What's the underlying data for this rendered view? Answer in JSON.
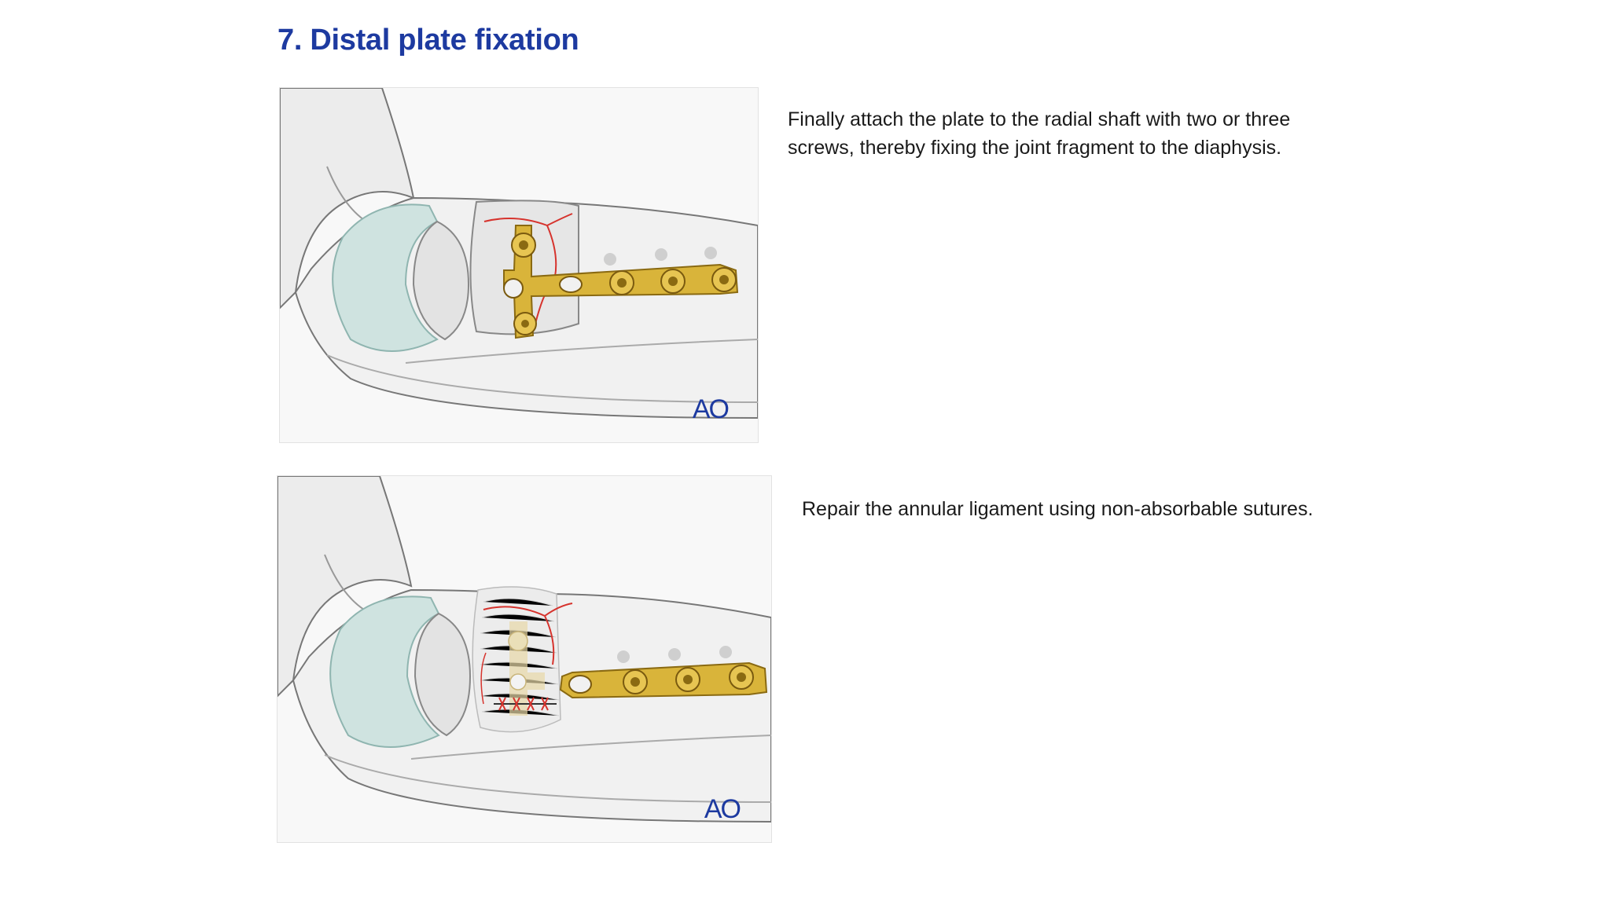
{
  "section": {
    "title": "7. Distal plate fixation"
  },
  "steps": [
    {
      "caption": "Finally attach the plate to the radial shaft with two or three screws, thereby fixing the joint fragment to the diaphysis.",
      "logo": "AO"
    },
    {
      "caption": "Repair the annular ligament using non-absorbable sutures.",
      "logo": "AO"
    }
  ],
  "colors": {
    "title": "#1d3aa0",
    "plate": "#d9b43a",
    "fracture": "#d6332d",
    "cartilage": "#cfe3e0"
  }
}
